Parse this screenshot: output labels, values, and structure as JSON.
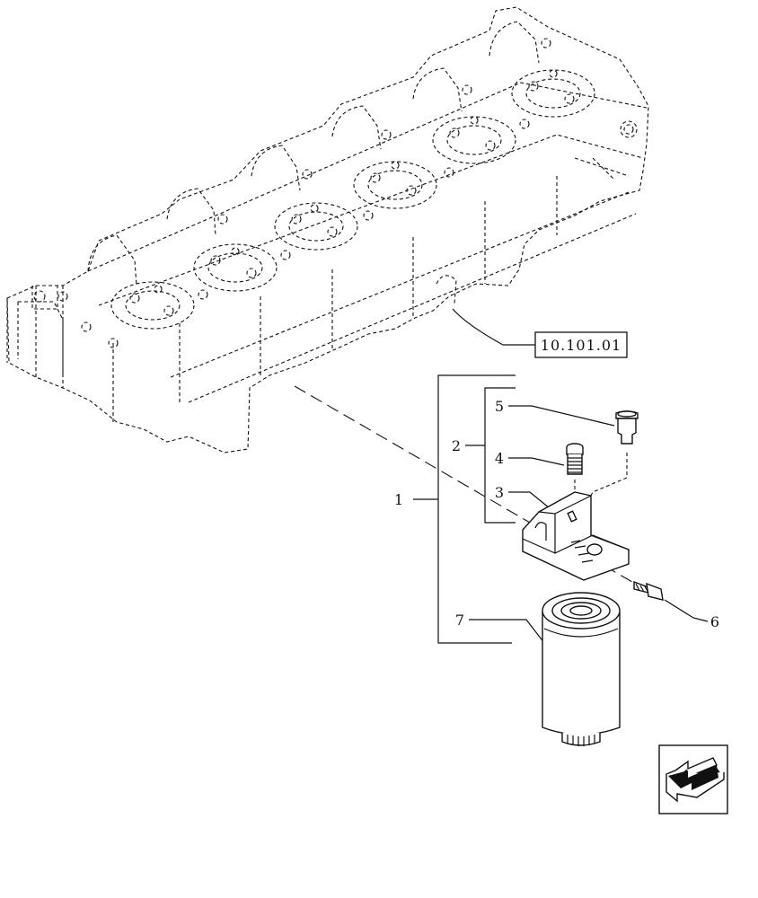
{
  "reference_box": {
    "label": "10.101.01"
  },
  "callouts": {
    "c1": "1",
    "c2": "2",
    "c3": "3",
    "c4": "4",
    "c5": "5",
    "c6": "6",
    "c7": "7"
  },
  "icons": {
    "navigation": "previous-page-arrow-icon",
    "engine": "cylinder-head-dashed-icon"
  },
  "colors": {
    "line": "#111111",
    "background": "#ffffff"
  }
}
